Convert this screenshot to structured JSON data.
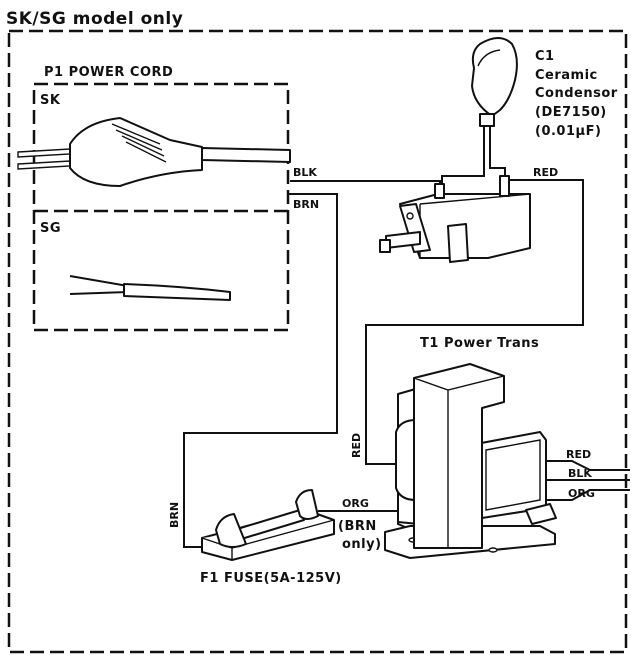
{
  "diagram": {
    "header": "SK/SG model only",
    "power_cord": {
      "title": "P1 POWER CORD",
      "variant_sk": "SK",
      "variant_sg": "SG"
    },
    "capacitor": {
      "line1": "C1",
      "line2": "Ceramic",
      "line3": "Condensor",
      "line4": "(DE7150)",
      "line5": "(0.01μF)"
    },
    "transformer": {
      "title": "T1 Power Trans"
    },
    "fuse": {
      "title": "F1 FUSE(5A-125V)"
    },
    "note": {
      "line1": "(BRN",
      "line2": "only)"
    },
    "wire_labels": {
      "blk_top": "BLK",
      "red_top": "RED",
      "brn_top": "BRN",
      "red_vertical": "RED",
      "brn_vertical": "BRN",
      "org_fuse": "ORG",
      "red_out": "RED",
      "blk_out": "BLK",
      "org_out": "ORG"
    }
  }
}
